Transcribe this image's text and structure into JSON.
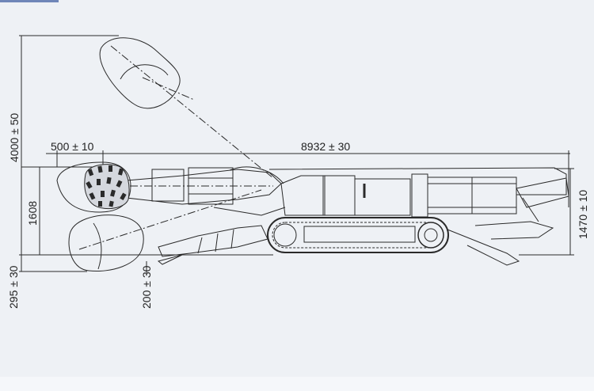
{
  "figure": {
    "type": "roadheader-side-elevation",
    "line_color": "#2a2a2a",
    "background": "#eef1f5",
    "dimensions": {
      "overall_length": "8932 ± 30",
      "cutter_offset": "500 ± 10",
      "max_cutting_height": "4000 ± 50",
      "machine_height": "1470 ± 10",
      "cutter_center_height": "1608",
      "under_floor_depth": "295 ± 30",
      "shovel_below_floor": "200 ± 30"
    }
  }
}
